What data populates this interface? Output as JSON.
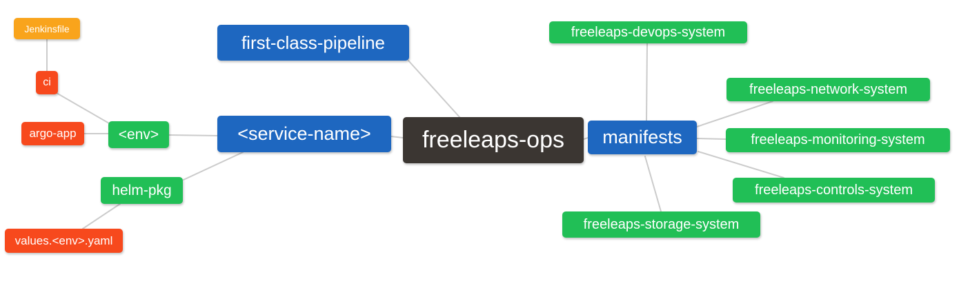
{
  "diagram": {
    "type": "mindmap",
    "root": "freeleaps-ops",
    "colors": {
      "branch_blue": "#1e67c0",
      "leaf_green": "#21bf56",
      "leaf_red": "#f7491d",
      "leaf_orange": "#f9a41c",
      "root_dark": "#3b3632",
      "edge_gray": "#cbcbcb",
      "text": "#ffffff",
      "background": "#ffffff"
    },
    "nodes": {
      "jenkinsfile": {
        "label": "Jenkinsfile",
        "color": "orange"
      },
      "ci": {
        "label": "ci",
        "color": "red"
      },
      "argo_app": {
        "label": "argo-app",
        "color": "red"
      },
      "env": {
        "label": "<env>",
        "color": "green"
      },
      "helm_pkg": {
        "label": "helm-pkg",
        "color": "green"
      },
      "values_env_yaml": {
        "label": "values.<env>.yaml",
        "color": "red"
      },
      "first_class_pipeline": {
        "label": "first-class-pipeline",
        "color": "blue"
      },
      "service_name": {
        "label": "<service-name>",
        "color": "blue"
      },
      "freeleaps_ops": {
        "label": "freeleaps-ops",
        "color": "dark"
      },
      "manifests": {
        "label": "manifests",
        "color": "blue"
      },
      "devops_system": {
        "label": "freeleaps-devops-system",
        "color": "green"
      },
      "network_system": {
        "label": "freeleaps-network-system",
        "color": "green"
      },
      "monitoring_system": {
        "label": "freeleaps-monitoring-system",
        "color": "green"
      },
      "controls_system": {
        "label": "freeleaps-controls-system",
        "color": "green"
      },
      "storage_system": {
        "label": "freeleaps-storage-system",
        "color": "green"
      }
    },
    "edges": [
      [
        "jenkinsfile",
        "ci"
      ],
      [
        "ci",
        "env"
      ],
      [
        "argo_app",
        "env"
      ],
      [
        "env",
        "service_name"
      ],
      [
        "helm_pkg",
        "service_name"
      ],
      [
        "values_env_yaml",
        "helm_pkg"
      ],
      [
        "first_class_pipeline",
        "freeleaps_ops"
      ],
      [
        "service_name",
        "freeleaps_ops"
      ],
      [
        "freeleaps_ops",
        "manifests"
      ],
      [
        "manifests",
        "devops_system"
      ],
      [
        "manifests",
        "network_system"
      ],
      [
        "manifests",
        "monitoring_system"
      ],
      [
        "manifests",
        "controls_system"
      ],
      [
        "manifests",
        "storage_system"
      ]
    ]
  }
}
